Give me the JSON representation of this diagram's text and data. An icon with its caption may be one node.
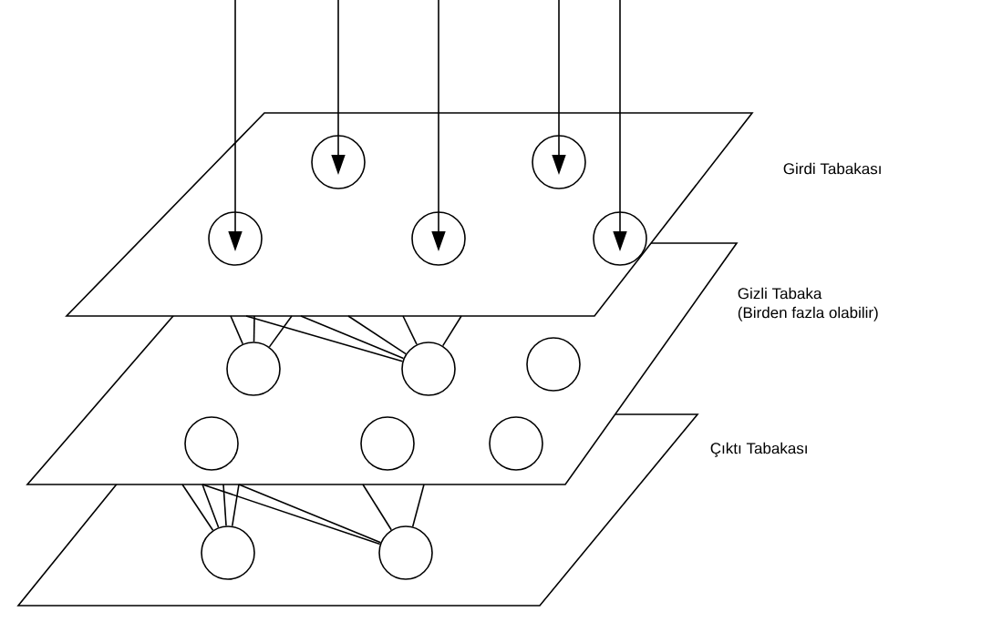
{
  "diagram": {
    "nodes": [
      {
        "text": [
          "Girdi Tabakası"
        ]
      },
      {
        "text": [],
        "shape": "circle",
        "in": 0
      },
      {
        "text": [],
        "shape": "circle",
        "in": 0
      },
      {
        "text": [],
        "shape": "circle",
        "in": 0
      },
      {
        "text": [],
        "shape": "circle",
        "in": 0
      },
      {
        "text": [],
        "shape": "circle",
        "in": 0
      },
      {
        "text": [
          "Gizli Tabaka",
          "(Birden fazla olabilir)"
        ]
      },
      {
        "text": [],
        "shape": "circle",
        "in": 6
      },
      {
        "text": [],
        "shape": "circle",
        "in": 6
      },
      {
        "text": [],
        "shape": "circle",
        "in": 6
      },
      {
        "text": [],
        "shape": "circle"
      },
      {
        "text": [],
        "shape": "circle"
      },
      {
        "text": [],
        "shape": "circle"
      },
      {
        "text": [
          "Çıktı Tabakası"
        ]
      },
      {
        "text": [],
        "shape": "circle",
        "in": 13
      },
      {
        "text": [],
        "shape": "circle",
        "in": 13
      }
    ],
    "edges": [
      {
        "from": null,
        "to": 3,
        "arrow": "to"
      },
      {
        "from": null,
        "to": 1,
        "arrow": "to"
      },
      {
        "from": null,
        "to": 4,
        "arrow": "to"
      },
      {
        "from": null,
        "to": 2,
        "arrow": "to"
      },
      {
        "from": null,
        "to": 5,
        "arrow": "to"
      },
      {
        "from": 7,
        "to": 0,
        "arrow": "none"
      },
      {
        "from": 7,
        "to": 0,
        "arrow": "none"
      },
      {
        "from": 7,
        "to": 0,
        "arrow": "none"
      },
      {
        "from": 8,
        "to": 0,
        "arrow": "none"
      },
      {
        "from": 8,
        "to": 0,
        "arrow": "none"
      },
      {
        "from": 8,
        "to": 0,
        "arrow": "none"
      },
      {
        "from": 8,
        "to": 0,
        "arrow": "none"
      },
      {
        "from": 8,
        "to": 0,
        "arrow": "none"
      },
      {
        "from": 14,
        "to": 6,
        "arrow": "none"
      },
      {
        "from": 14,
        "to": 6,
        "arrow": "none"
      },
      {
        "from": 14,
        "to": 6,
        "arrow": "none"
      },
      {
        "from": 14,
        "to": 6,
        "arrow": "none"
      },
      {
        "from": 15,
        "to": 6,
        "arrow": "none"
      },
      {
        "from": 15,
        "to": 6,
        "arrow": "none"
      },
      {
        "from": 15,
        "to": 6,
        "arrow": "none"
      },
      {
        "from": 15,
        "to": 6,
        "arrow": "none"
      }
    ]
  }
}
